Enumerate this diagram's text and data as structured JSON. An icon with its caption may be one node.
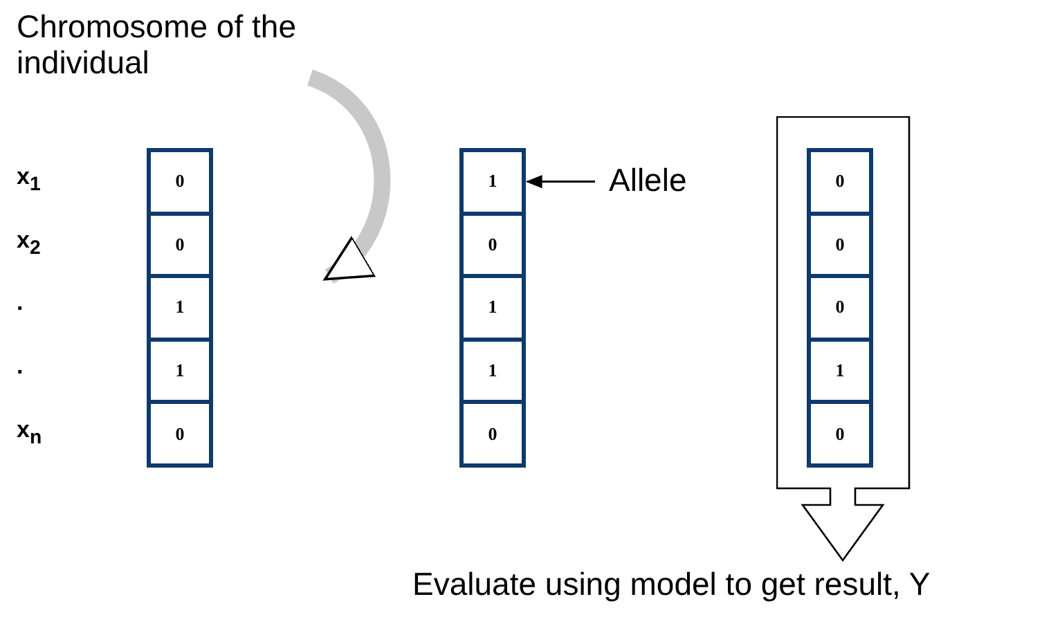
{
  "diagram": {
    "nodes": [
      {
        "text": [
          "Chromosome of the individual"
        ]
      },
      {
        "text": [
          "0"
        ]
      },
      {
        "text": [
          "0"
        ]
      },
      {
        "text": [
          "1"
        ]
      },
      {
        "text": [
          "1"
        ]
      },
      {
        "text": [
          "0"
        ]
      },
      {
        "text": [
          "1"
        ]
      },
      {
        "text": [
          "0"
        ]
      },
      {
        "text": [
          "1"
        ]
      },
      {
        "text": [
          "1"
        ]
      },
      {
        "text": [
          "0"
        ]
      },
      {
        "text": [
          "Allele"
        ]
      },
      {
        "text": [],
        "shape": "arrow",
        "beside": [
          "Evaluate using model to get result, Y"
        ]
      },
      {
        "text": [
          "0"
        ],
        "in": 12
      },
      {
        "text": [
          "0"
        ],
        "in": 12
      },
      {
        "text": [
          "0"
        ],
        "in": 12
      },
      {
        "text": [
          "1"
        ],
        "in": 12
      },
      {
        "text": [
          "0"
        ],
        "in": 12
      }
    ],
    "edges": [
      {
        "from": 0,
        "to": null,
        "arrow": "to",
        "style": "thick",
        "color": "#c8c8c8"
      },
      {
        "from": 11,
        "to": 6,
        "arrow": "to",
        "color": "#000000"
      }
    ],
    "labels": [
      "x$_{1}$",
      "x$_{2}$",
      ".",
      ".",
      "x$_{n}$"
    ]
  }
}
